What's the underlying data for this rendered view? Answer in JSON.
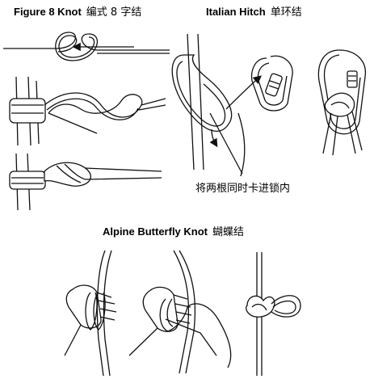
{
  "sections": {
    "figure8": {
      "title_en": "Figure 8 Knot",
      "title_zh": "编式 8 字结"
    },
    "italian": {
      "title_en": "Italian Hitch",
      "title_zh": "单环结",
      "note": "将两根同时卡进锁内"
    },
    "butterfly": {
      "title_en": "Alpine Butterfly Knot",
      "title_zh": "蝴蝶结"
    }
  }
}
